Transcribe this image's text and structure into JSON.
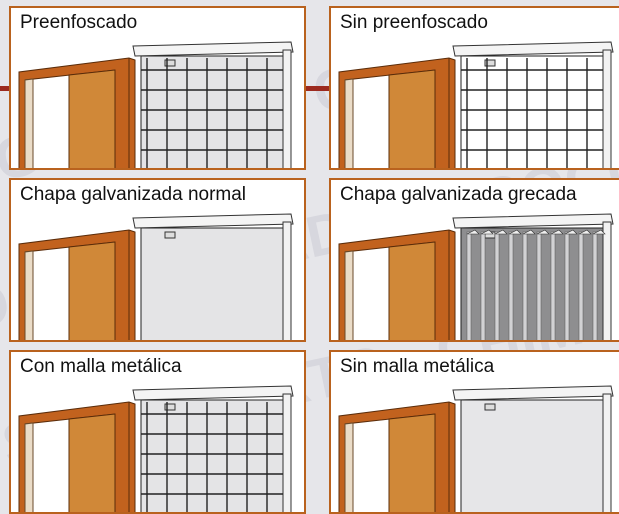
{
  "panels": [
    {
      "title": "Preenfoscado",
      "variant": "grid",
      "background": "#e4e4e6"
    },
    {
      "title": "Sin preenfoscado",
      "variant": "grid",
      "background": "#ffffff"
    },
    {
      "title": "Chapa galvanizada normal",
      "variant": "plain",
      "background": "#e4e4e6"
    },
    {
      "title": "Chapa galvanizada grecada",
      "variant": "corrugated",
      "background": "#8e8e90"
    },
    {
      "title": "Con malla metálica",
      "variant": "grid",
      "background": "#e4e4e6"
    },
    {
      "title": "Sin malla metálica",
      "variant": "plain",
      "background": "#e6e6e8"
    }
  ],
  "colors": {
    "border": "#b9621e",
    "door_frame": "#c2621e",
    "door_leaf": "#d08838",
    "connector": "#9c2a1f"
  }
}
